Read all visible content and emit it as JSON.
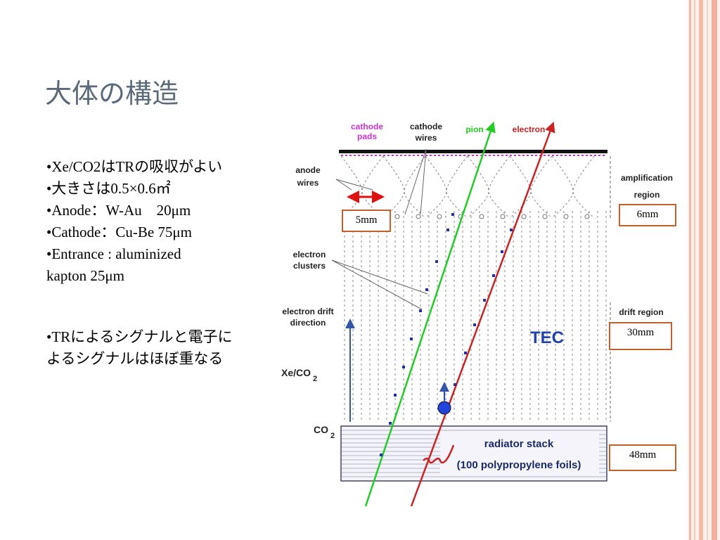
{
  "slide": {
    "title": "大体の構造",
    "bullets": [
      "•Xe/CO2はTRの吸収がよい",
      "•大きさは0.5×0.6㎡",
      "•Anode：W-Au　20μm",
      "•Cathode：Cu-Be 75μm",
      "•Entrance : aluminized",
      "kapton 25μm",
      "•TRによるシグナルと電子に",
      "よるシグナルはほぼ重なる"
    ]
  },
  "diagram": {
    "labels": {
      "cathode_pads": [
        "cathode",
        "pads"
      ],
      "cathode_wires": [
        "cathode",
        "wires"
      ],
      "pion": "pion",
      "electron": "electron",
      "anode_wires": [
        "anode",
        "wires"
      ],
      "amplification_region": [
        "amplification",
        "region"
      ],
      "electron_clusters": [
        "electron",
        "clusters"
      ],
      "electron_drift_direction": [
        "electron drift",
        "direction"
      ],
      "drift_region": "drift region",
      "tec": "TEC",
      "xe_co2": "Xe/CO",
      "co2": "CO",
      "subscript_2": "2",
      "radiator_stack": [
        "radiator stack",
        "(100 polypropylene foils)"
      ]
    },
    "dimension_boxes": {
      "wire_spacing": "5mm",
      "amplification": "6mm",
      "drift": "30mm",
      "radiator": "48mm"
    },
    "colors": {
      "pion_track": "#22cc22",
      "electron_track": "#cc2222",
      "cathode_pads": "#cc33cc",
      "box_border": "#c0602a",
      "drift_arrow": "#3355aa"
    }
  }
}
